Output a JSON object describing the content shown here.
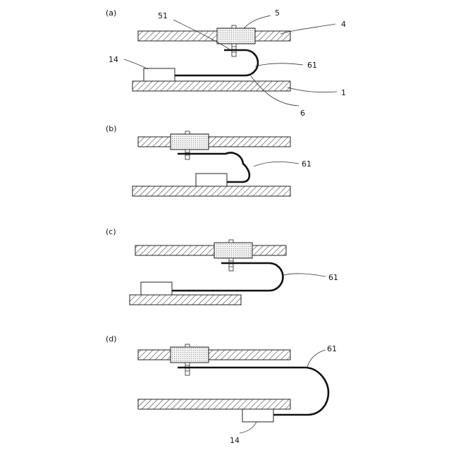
{
  "panels": {
    "a": {
      "label": "(a)",
      "callouts": {
        "connector": "5",
        "screw": "51",
        "upper_plate": "4",
        "component": "14",
        "cable_bend": "61",
        "lower_plate": "1",
        "cable": "6"
      }
    },
    "b": {
      "label": "(b)",
      "callouts": {
        "cable_bend": "61"
      }
    },
    "c": {
      "label": "(c)",
      "callouts": {
        "cable_bend": "61"
      }
    },
    "d": {
      "label": "(d)",
      "callouts": {
        "cable_bend": "61",
        "component": "14"
      }
    }
  }
}
